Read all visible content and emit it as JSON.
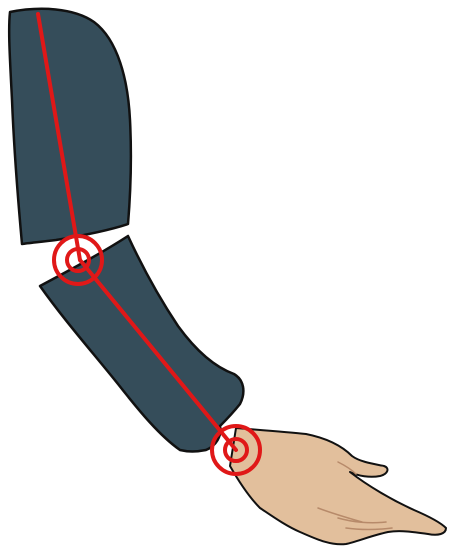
{
  "figure": {
    "sleeve_color": "#354d5a",
    "outline_color": "#111111",
    "skin_color": "#e2bf9c",
    "skin_line_color": "#b78a6a",
    "bone_color": "#e01818",
    "pivot_color": "#e01818",
    "background": "#ffffff",
    "parts": [
      "upper-arm",
      "forearm",
      "hand"
    ],
    "pivots": [
      "elbow-pivot",
      "wrist-pivot"
    ]
  }
}
